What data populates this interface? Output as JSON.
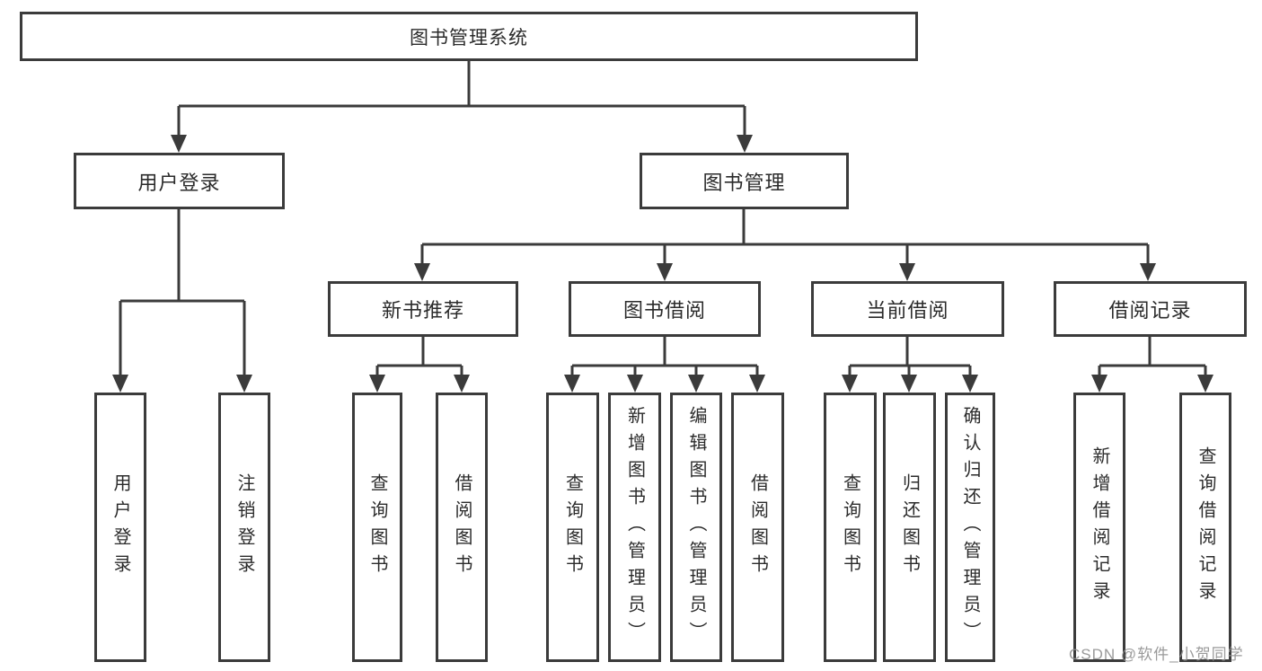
{
  "diagram": {
    "type": "hierarchy-tree",
    "root": {
      "label": "图书管理系统"
    },
    "branches": [
      {
        "label": "用户登录",
        "leaves": [
          {
            "label": "用户登录"
          },
          {
            "label": "注销登录"
          }
        ]
      },
      {
        "label": "图书管理",
        "groups": [
          {
            "label": "新书推荐",
            "leaves": [
              {
                "label": "查询图书"
              },
              {
                "label": "借阅图书"
              }
            ]
          },
          {
            "label": "图书借阅",
            "leaves": [
              {
                "label": "查询图书"
              },
              {
                "label": "新增图书（管理员）"
              },
              {
                "label": "编辑图书（管理员）"
              },
              {
                "label": "借阅图书"
              }
            ]
          },
          {
            "label": "当前借阅",
            "leaves": [
              {
                "label": "查询图书"
              },
              {
                "label": "归还图书"
              },
              {
                "label": "确认归还（管理员）"
              }
            ]
          },
          {
            "label": "借阅记录",
            "leaves": [
              {
                "label": "新增借阅记录"
              },
              {
                "label": "查询借阅记录"
              }
            ]
          }
        ]
      }
    ],
    "colors": {
      "line": "#3b3b3b",
      "box_border": "#3b3b3b",
      "text": "#2b2b2b",
      "background": "#ffffff",
      "watermark": "#919191"
    }
  },
  "watermark": {
    "text": "CSDN @软件_小贺同学"
  }
}
